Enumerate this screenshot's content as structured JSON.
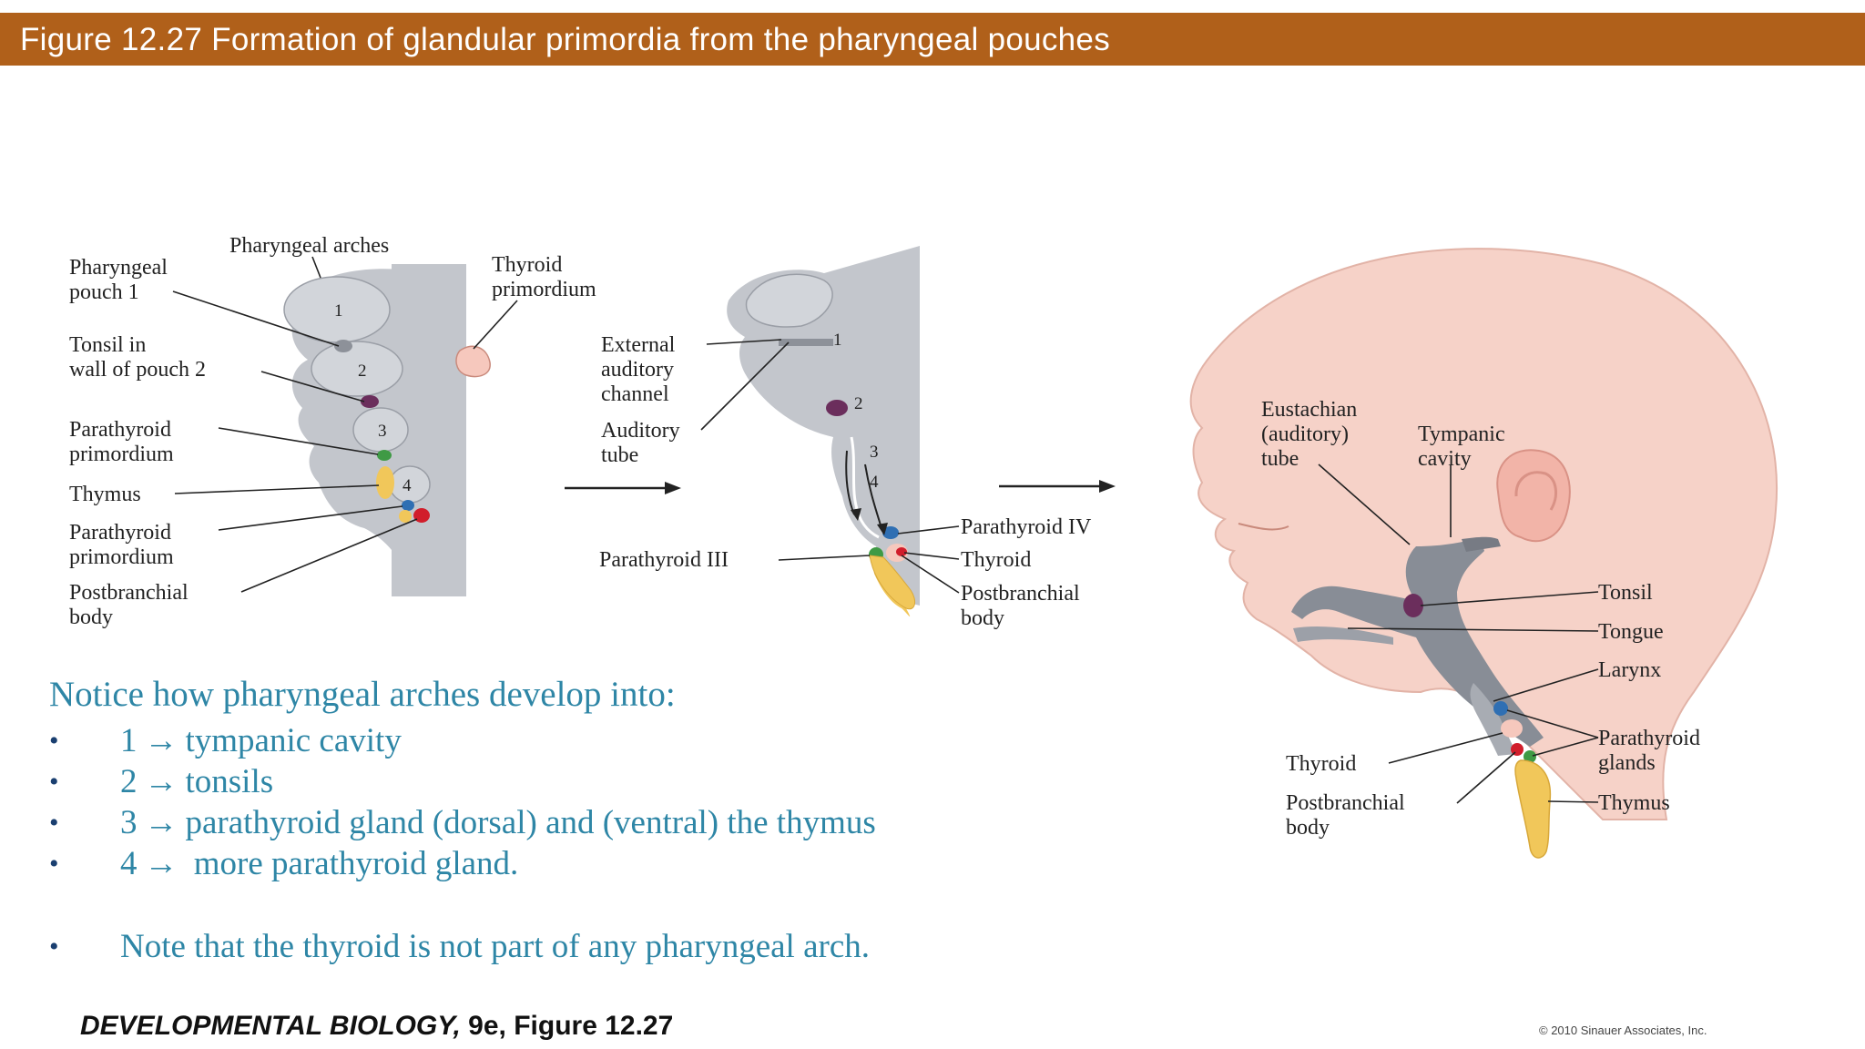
{
  "title": "Figure 12.27  Formation of glandular primordia from the pharyngeal pouches",
  "panel_a": {
    "labels": {
      "pharyngeal_arches": "Pharyngeal arches",
      "pharyngeal_pouch_1_line1": "Pharyngeal",
      "pharyngeal_pouch_1_line2": "pouch 1",
      "tonsil_line1": "Tonsil in",
      "tonsil_line2": "wall of pouch 2",
      "parathyroid1_line1": "Parathyroid",
      "parathyroid1_line2": "primordium",
      "thymus": "Thymus",
      "parathyroid2_line1": "Parathyroid",
      "parathyroid2_line2": "primordium",
      "postbranchial_line1": "Postbranchial",
      "postbranchial_line2": "body",
      "thyroid_line1": "Thyroid",
      "thyroid_line2": "primordium"
    },
    "numbers": [
      "1",
      "2",
      "3",
      "4"
    ]
  },
  "panel_b": {
    "labels": {
      "external_line1": "External",
      "external_line2": "auditory",
      "external_line3": "channel",
      "auditory_line1": "Auditory",
      "auditory_line2": "tube",
      "parathyroid_iii": "Parathyroid III",
      "parathyroid_iv": "Parathyroid IV",
      "thyroid": "Thyroid",
      "postbranchial_line1": "Postbranchial",
      "postbranchial_line2": "body"
    },
    "numbers": [
      "1",
      "2",
      "3",
      "4"
    ]
  },
  "panel_c": {
    "labels": {
      "eustachian_line1": "Eustachian",
      "eustachian_line2": "(auditory)",
      "eustachian_line3": "tube",
      "tympanic_line1": "Tympanic",
      "tympanic_line2": "cavity",
      "tonsil": "Tonsil",
      "tongue": "Tongue",
      "larynx": "Larynx",
      "parathyroid_line1": "Parathyroid",
      "parathyroid_line2": "glands",
      "thyroid": "Thyroid",
      "thymus": "Thymus",
      "postbranchial_line1": "Postbranchial",
      "postbranchial_line2": "body"
    }
  },
  "notes": {
    "intro": "Notice how pharyngeal arches develop into:",
    "bullet_symbol": "•",
    "arrow_symbol": "→",
    "items": [
      {
        "num": "1",
        "text": "tympanic cavity"
      },
      {
        "num": "2",
        "text": "tonsils"
      },
      {
        "num": "3",
        "text": "parathyroid gland (dorsal) and (ventral) the thymus"
      },
      {
        "num": "4",
        "text": " more parathyroid gland."
      }
    ],
    "extra": "Note that the thyroid is not part of any pharyngeal arch."
  },
  "footer": {
    "book": "DEVELOPMENTAL BIOLOGY,",
    "edition": " 9e, Figure 12.27"
  },
  "copyright": "© 2010 Sinauer Associates, Inc.",
  "colors": {
    "banner": "#b0601a",
    "note_text": "#2e86a6",
    "tissue_gray": "#c3c6cc",
    "skin": "#f6d2c8",
    "thymus": "#f1c75a",
    "parathyroid_green": "#3f9a45",
    "postbranchial_red": "#d11d2b",
    "tonsil_purple": "#6b2e5c",
    "blue": "#2f6fb3"
  }
}
